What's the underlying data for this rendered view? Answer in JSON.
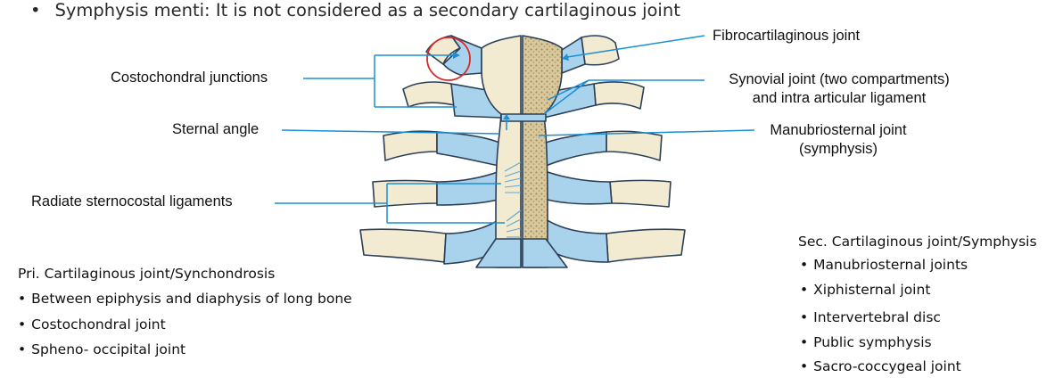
{
  "header": {
    "bullet": "•",
    "text": "Symphysis menti: It is not considered as a secondary cartilaginous joint"
  },
  "labels": {
    "costochondral": "Costochondral junctions",
    "sternal_angle": "Sternal angle",
    "radiate": "Radiate sternocostal ligaments",
    "fibrocartilaginous": "Fibrocartilaginous joint",
    "synovial_line1": "Synovial joint (two compartments)",
    "synovial_line2": "and intra articular ligament",
    "manubriosternal_line1": "Manubriosternal joint",
    "manubriosternal_line2": "(symphysis)"
  },
  "primary": {
    "title": "Pri. Cartilaginous joint/Synchondrosis",
    "items": [
      "Between epiphysis and diaphysis of long bone",
      "Costochondral joint",
      "Spheno-  occipital joint"
    ]
  },
  "secondary": {
    "title": "Sec. Cartilaginous joint/Symphysis",
    "items": [
      "Manubriosternal joints",
      "Xiphisternal joint",
      "Intervertebral disc",
      "Public symphysis",
      "Sacro-coccygeal joint"
    ]
  },
  "bullet": "•",
  "colors": {
    "bone": "#f3ead2",
    "cartilage": "#a9d3ec",
    "outline": "#2b3f56",
    "spongy": "#c9b585",
    "leader": "#1a8fd6",
    "highlight_circle": "#d62b2b"
  }
}
